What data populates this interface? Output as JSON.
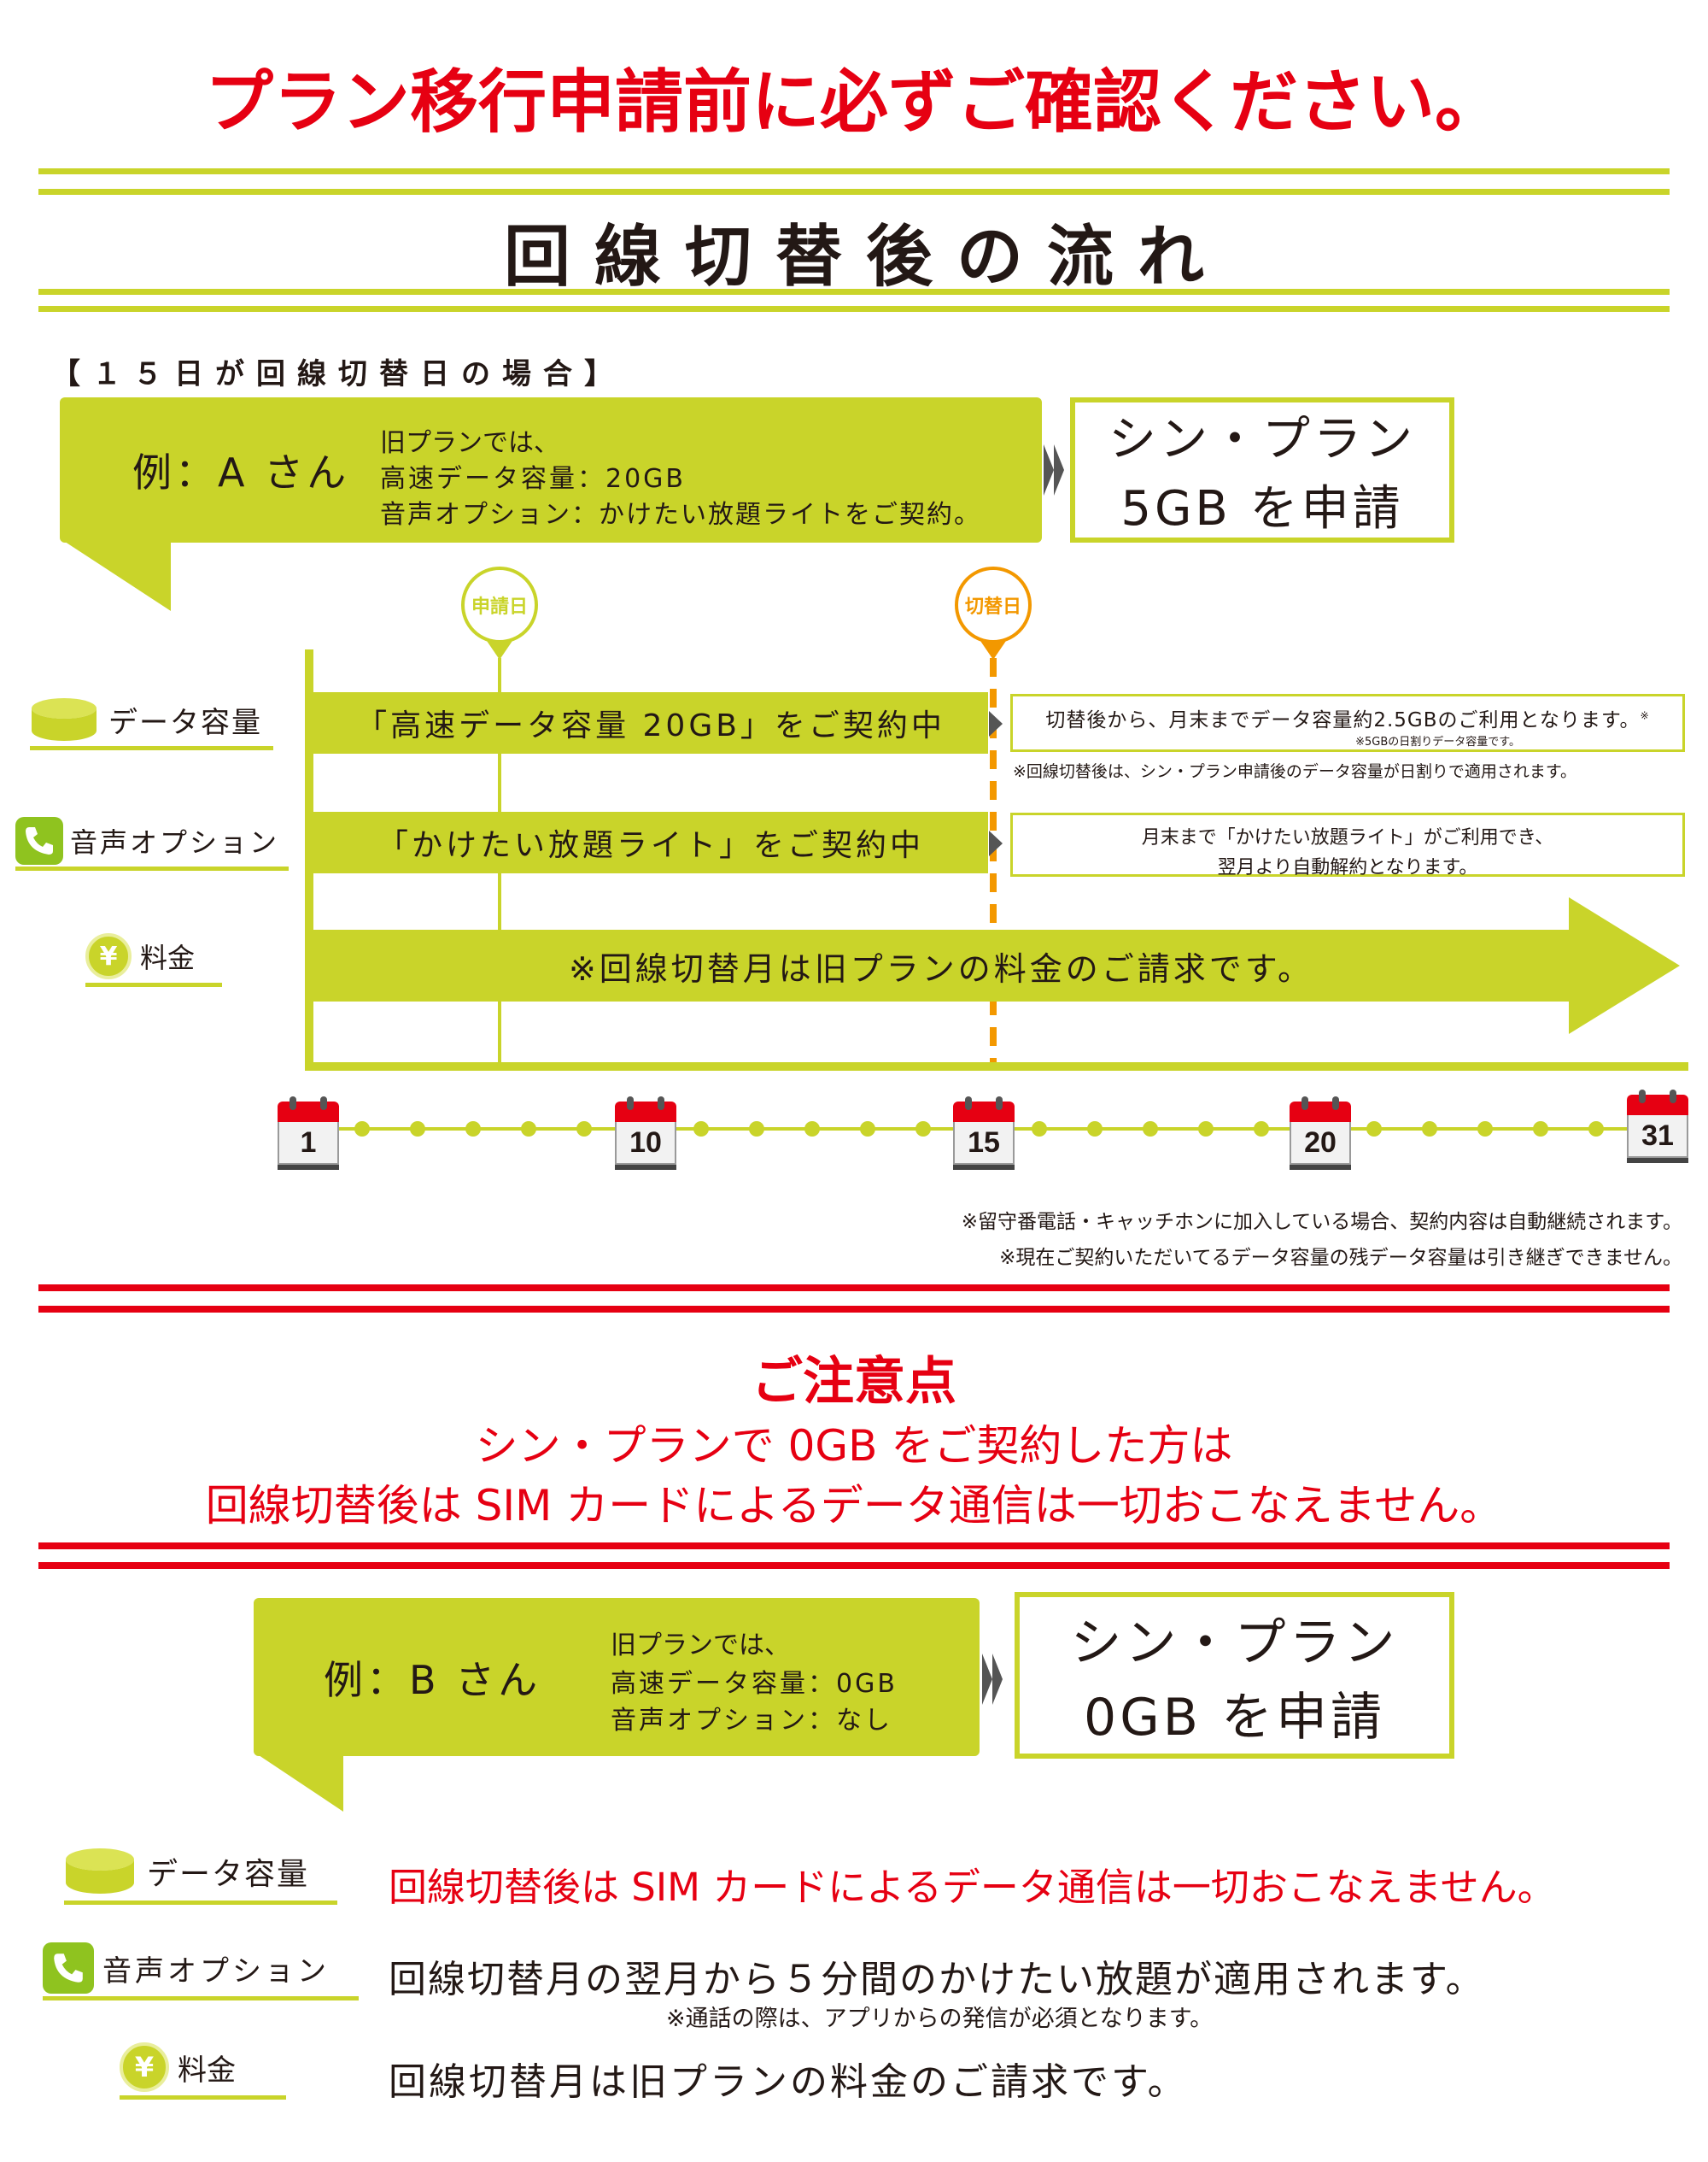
{
  "header": {
    "title": "プラン移行申請前に必ずご確認ください。"
  },
  "flow": {
    "title": "回線切替後の流れ",
    "subtitle": "【１５日が回線切替日の場合】",
    "example_a": {
      "name": "例：A さん",
      "line1": "旧プランでは、",
      "line2": "高速データ容量：20GB",
      "line3": "音声オプション：かけたい放題ライトをご契約。",
      "apply_line1": "シン・プラン",
      "apply_line2": "5GB を申請"
    },
    "markers": {
      "apply_day": "申請日",
      "switch_day": "切替日"
    },
    "rows": {
      "data_label": "データ容量",
      "data_bar": "「高速データ容量 20GB」をご契約中",
      "data_note": "切替後から、月末までデータ容量約2.5GBのご利用となります。",
      "data_note_mark": "※",
      "data_note_small": "※5GBの日割りデータ容量です。",
      "data_note2": "※回線切替後は、シン・プラン申請後のデータ容量が日割りで適用されます。",
      "voice_label": "音声オプション",
      "voice_bar": "「かけたい放題ライト」をご契約中",
      "voice_note1": "月末まで「かけたい放題ライト」がご利用でき、",
      "voice_note2": "翌月より自動解約となります。",
      "fee_label": "料金",
      "fee_bar": "※回線切替月は旧プランの料金のご請求です。"
    },
    "calendar": [
      "1",
      "10",
      "15",
      "20",
      "31"
    ],
    "footnote1": "※留守番電話・キャッチホンに加入している場合、契約内容は自動継続されます。",
    "footnote2": "※現在ご契約いただいてるデータ容量の残データ容量は引き継ぎできません。"
  },
  "caution": {
    "title": "ご注意点",
    "line1": "シン・プランで 0GB をご契約した方は",
    "line2": "回線切替後は SIM カードによるデータ通信は一切おこなえません。",
    "example_b": {
      "name": "例：B さん",
      "line1": "旧プランでは、",
      "line2": "高速データ容量：0GB",
      "line3": "音声オプション：なし",
      "apply_line1": "シン・プラン",
      "apply_line2": "0GB を申請"
    },
    "rows": {
      "data_label": "データ容量",
      "data_text": "回線切替後は SIM カードによるデータ通信は一切おこなえません。",
      "voice_label": "音声オプション",
      "voice_text": "回線切替月の翌月から５分間のかけたい放題が適用されます。",
      "voice_note": "※通話の際は、アプリからの発信が必須となります。",
      "fee_label": "料金",
      "fee_text": "回線切替月は旧プランの料金のご請求です。"
    }
  },
  "colors": {
    "accent": "#c9d42a",
    "red": "#e60012",
    "orange": "#f39800",
    "text": "#231815"
  }
}
